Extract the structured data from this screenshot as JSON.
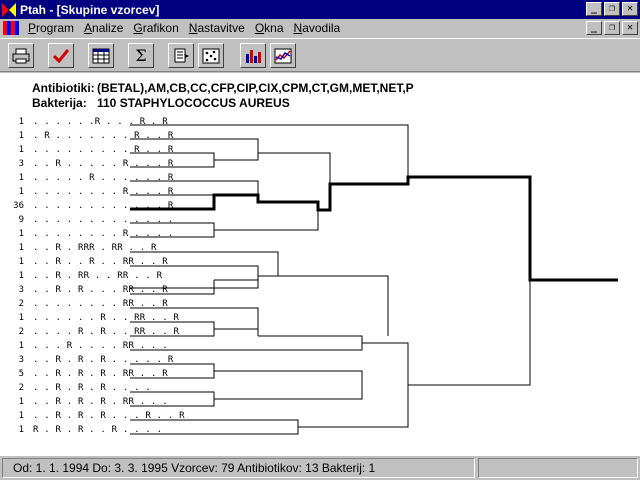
{
  "window": {
    "title": "Ptah - [Skupine vzorcev]"
  },
  "menu": {
    "items": [
      {
        "label": "Program",
        "ul": "P",
        "rest": "rogram"
      },
      {
        "label": "Analize",
        "ul": "A",
        "rest": "nalize"
      },
      {
        "label": "Grafikon",
        "ul": "G",
        "rest": "rafikon"
      },
      {
        "label": "Nastavitve",
        "ul": "N",
        "rest": "astavitve"
      },
      {
        "label": "Okna",
        "ul": "O",
        "rest": "kna"
      },
      {
        "label": "Navodila",
        "ul": "N",
        "rest": "avodila"
      }
    ]
  },
  "toolbar": {
    "print_icon": "printer-icon",
    "check_icon": "checkmark-icon",
    "table_icon": "table-icon",
    "sum_glyph": "Σ",
    "doc_icon": "document-icon",
    "dots_icon": "scatter-icon",
    "bar_icon": "bar-chart-icon",
    "line_icon": "line-chart-icon"
  },
  "header": {
    "antibiotics_label": "Antibiotiki:",
    "antibiotics_value": "(BETAL),AM,CB,CC,CFP,CIP,CIX,CPM,CT,GM,MET,NET,P",
    "bacteria_label": "Bakterija:",
    "bacteria_value": "110 STAPHYLOCOCCUS AUREUS"
  },
  "chart_data": {
    "type": "dendrogram",
    "rows": [
      {
        "count": "1",
        "pattern": ". . . . . .R . . . R . R"
      },
      {
        "count": "1",
        "pattern": ". R . . . . . . . R . . R"
      },
      {
        "count": "1",
        "pattern": ". . . . . . . . . R . . R"
      },
      {
        "count": "3",
        "pattern": ". . R . . . . . R . . . R"
      },
      {
        "count": "1",
        "pattern": ". . . . . R . . . . . . R"
      },
      {
        "count": "1",
        "pattern": ". . . . . . . . R . . . R"
      },
      {
        "count": "36",
        "pattern": ". . . . . . . . . . . . R"
      },
      {
        "count": "9",
        "pattern": ". . . . . . . . . . . . ."
      },
      {
        "count": "1",
        "pattern": ". . . . . . . . R . . . ."
      },
      {
        "count": "1",
        "pattern": ". . R . RRR . RR . . R"
      },
      {
        "count": "1",
        "pattern": ". . R . . R . . RR . . R"
      },
      {
        "count": "1",
        "pattern": ". . R . RR . . RR . . R"
      },
      {
        "count": "3",
        "pattern": ". . R . R . . . RR . . R"
      },
      {
        "count": "2",
        "pattern": ". . . . . . . . RR . . R"
      },
      {
        "count": "1",
        "pattern": ". . . . . . R . . RR . . R"
      },
      {
        "count": "2",
        "pattern": ". . . . R . R . . RR . . R"
      },
      {
        "count": "1",
        "pattern": ". . . R . . . . RR . . ."
      },
      {
        "count": "3",
        "pattern": ". . R . R . R . . . . . R"
      },
      {
        "count": "5",
        "pattern": ". . R . R . R . RR . . R"
      },
      {
        "count": "2",
        "pattern": ". . R . R . R . . . ."
      },
      {
        "count": "1",
        "pattern": ". . R . R . R . RR . . ."
      },
      {
        "count": "1",
        "pattern": ". . R . R . R . . . R . . R"
      },
      {
        "count": "1",
        "pattern": "R . R . R . . R . . . ."
      }
    ]
  },
  "status": {
    "text": "Od: 1. 1. 1994  Do: 3. 3. 1995  Vzorcev: 79  Antibiotikov: 13  Bakterij: 1"
  }
}
